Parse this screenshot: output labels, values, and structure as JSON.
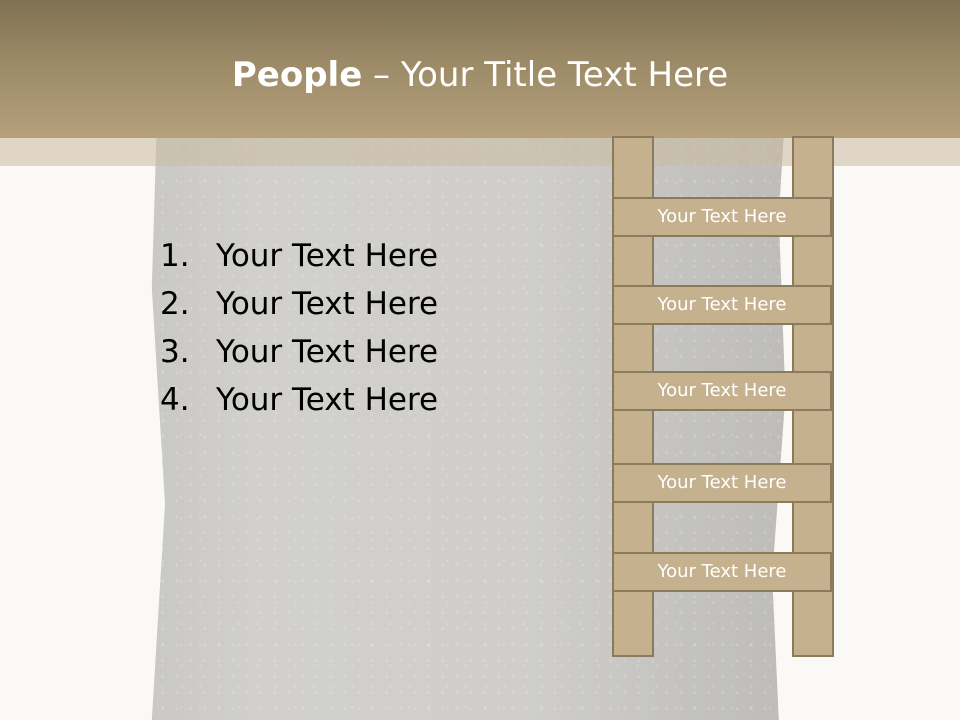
{
  "header": {
    "title_strong": "People",
    "title_rest": " – Your Title Text Here"
  },
  "list": [
    {
      "num": "1.",
      "text": "Your Text Here"
    },
    {
      "num": "2.",
      "text": "Your Text Here"
    },
    {
      "num": "3.",
      "text": "Your Text Here"
    },
    {
      "num": "4.",
      "text": "Your Text Here"
    }
  ],
  "ladder": {
    "rungs": [
      "Your Text Here",
      "Your Text Here",
      "Your Text Here",
      "Your Text Here",
      "Your Text Here"
    ]
  },
  "colors": {
    "header": "#9c8a67",
    "ladder_fill": "#c5b18e",
    "ladder_border": "#8a7b5e",
    "background": "#faf9f5"
  }
}
